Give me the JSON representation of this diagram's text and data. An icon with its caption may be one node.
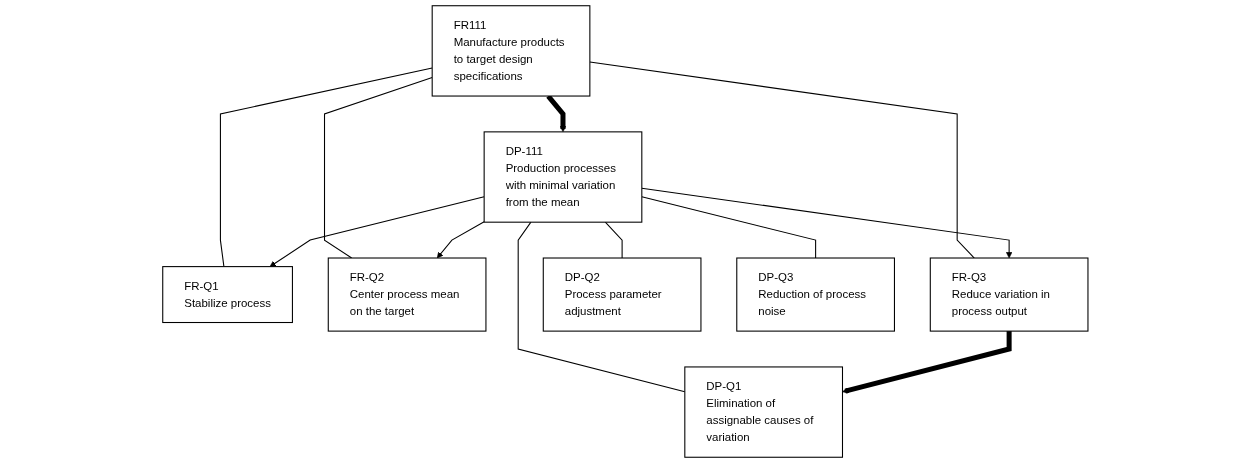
{
  "diagram": {
    "nodes": [
      {
        "text": [
          "FR111",
          "Manufacture products to target design specifications"
        ]
      },
      {
        "text": [
          "DP-111",
          "Production processes with minimal variation from the mean"
        ]
      },
      {
        "text": [
          "FR-Q1",
          "Stabilize process"
        ]
      },
      {
        "text": [
          "FR-Q2",
          "Center process mean on the target"
        ]
      },
      {
        "text": [
          "FR-Q3",
          "Reduce variation in process output"
        ]
      },
      {
        "text": [
          "DP-Q1",
          "Elimination of assignable causes of variation"
        ]
      },
      {
        "text": [
          "DP-Q2",
          "Process parameter adjustment"
        ]
      },
      {
        "text": [
          "DP-Q3",
          "Reduction of process noise"
        ]
      }
    ],
    "edges": [
      {
        "from": 0,
        "to": 1,
        "arrow": "to",
        "style": "thick"
      },
      {
        "from": 1,
        "to": 2,
        "arrow": "to"
      },
      {
        "from": 1,
        "to": 3,
        "arrow": "to"
      },
      {
        "from": 1,
        "to": 4,
        "arrow": "to"
      },
      {
        "from": 4,
        "to": 5,
        "arrow": "to",
        "style": "thick"
      },
      {
        "from": 0,
        "to": 2,
        "arrow": "none"
      },
      {
        "from": 0,
        "to": 3,
        "arrow": "none"
      },
      {
        "from": 0,
        "to": 4,
        "arrow": "none"
      },
      {
        "from": 1,
        "to": 5,
        "arrow": "none"
      },
      {
        "from": 1,
        "to": 6,
        "arrow": "none"
      },
      {
        "from": 1,
        "to": 7,
        "arrow": "none"
      }
    ]
  }
}
